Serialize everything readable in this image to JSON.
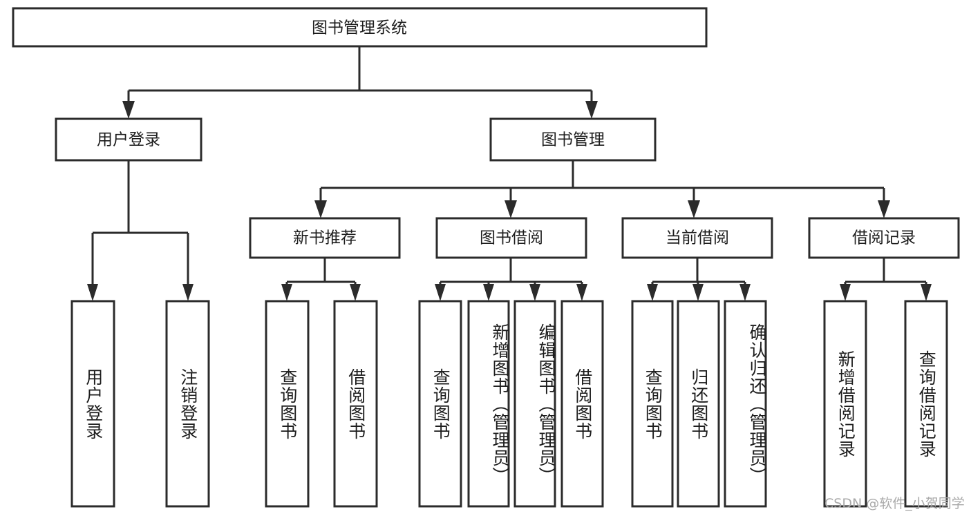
{
  "diagram": {
    "type": "tree-hierarchy",
    "title": "图书管理系统",
    "root": {
      "id": "root",
      "label": "图书管理系统"
    },
    "level1": [
      {
        "id": "user-login",
        "label": "用户登录"
      },
      {
        "id": "book-manage",
        "label": "图书管理"
      }
    ],
    "level2": [
      {
        "id": "new-book-recommend",
        "label": "新书推荐",
        "parent": "book-manage"
      },
      {
        "id": "book-borrow",
        "label": "图书借阅",
        "parent": "book-manage"
      },
      {
        "id": "current-borrow",
        "label": "当前借阅",
        "parent": "book-manage"
      },
      {
        "id": "borrow-record",
        "label": "借阅记录",
        "parent": "book-manage"
      }
    ],
    "leaves": [
      {
        "id": "leaf-user-login",
        "label": "用户登录",
        "parent": "user-login"
      },
      {
        "id": "leaf-logout-login",
        "label": "注销登录",
        "parent": "user-login"
      },
      {
        "id": "leaf-query-book-1",
        "label": "查询图书",
        "parent": "new-book-recommend"
      },
      {
        "id": "leaf-borrow-book-1",
        "label": "借阅图书",
        "parent": "new-book-recommend"
      },
      {
        "id": "leaf-query-book-2",
        "label": "查询图书",
        "parent": "book-borrow"
      },
      {
        "id": "leaf-add-book",
        "label": "新增图书（管理员）",
        "parent": "book-borrow"
      },
      {
        "id": "leaf-edit-book",
        "label": "编辑图书（管理员）",
        "parent": "book-borrow"
      },
      {
        "id": "leaf-borrow-book-2",
        "label": "借阅图书",
        "parent": "book-borrow"
      },
      {
        "id": "leaf-query-book-3",
        "label": "查询图书",
        "parent": "current-borrow"
      },
      {
        "id": "leaf-return-book",
        "label": "归还图书",
        "parent": "current-borrow"
      },
      {
        "id": "leaf-confirm-return",
        "label": "确认归还（管理员）",
        "parent": "current-borrow"
      },
      {
        "id": "leaf-add-record",
        "label": "新增借阅记录",
        "parent": "borrow-record"
      },
      {
        "id": "leaf-query-record",
        "label": "查询借阅记录",
        "parent": "borrow-record"
      }
    ],
    "colors": {
      "stroke": "#2b2b2b",
      "fill": "#ffffff",
      "text": "#1d1d1d",
      "watermark": "#a9a9a9",
      "background": "#ffffff"
    }
  },
  "watermark": {
    "text": "CSDN @软件_小贺同学"
  }
}
